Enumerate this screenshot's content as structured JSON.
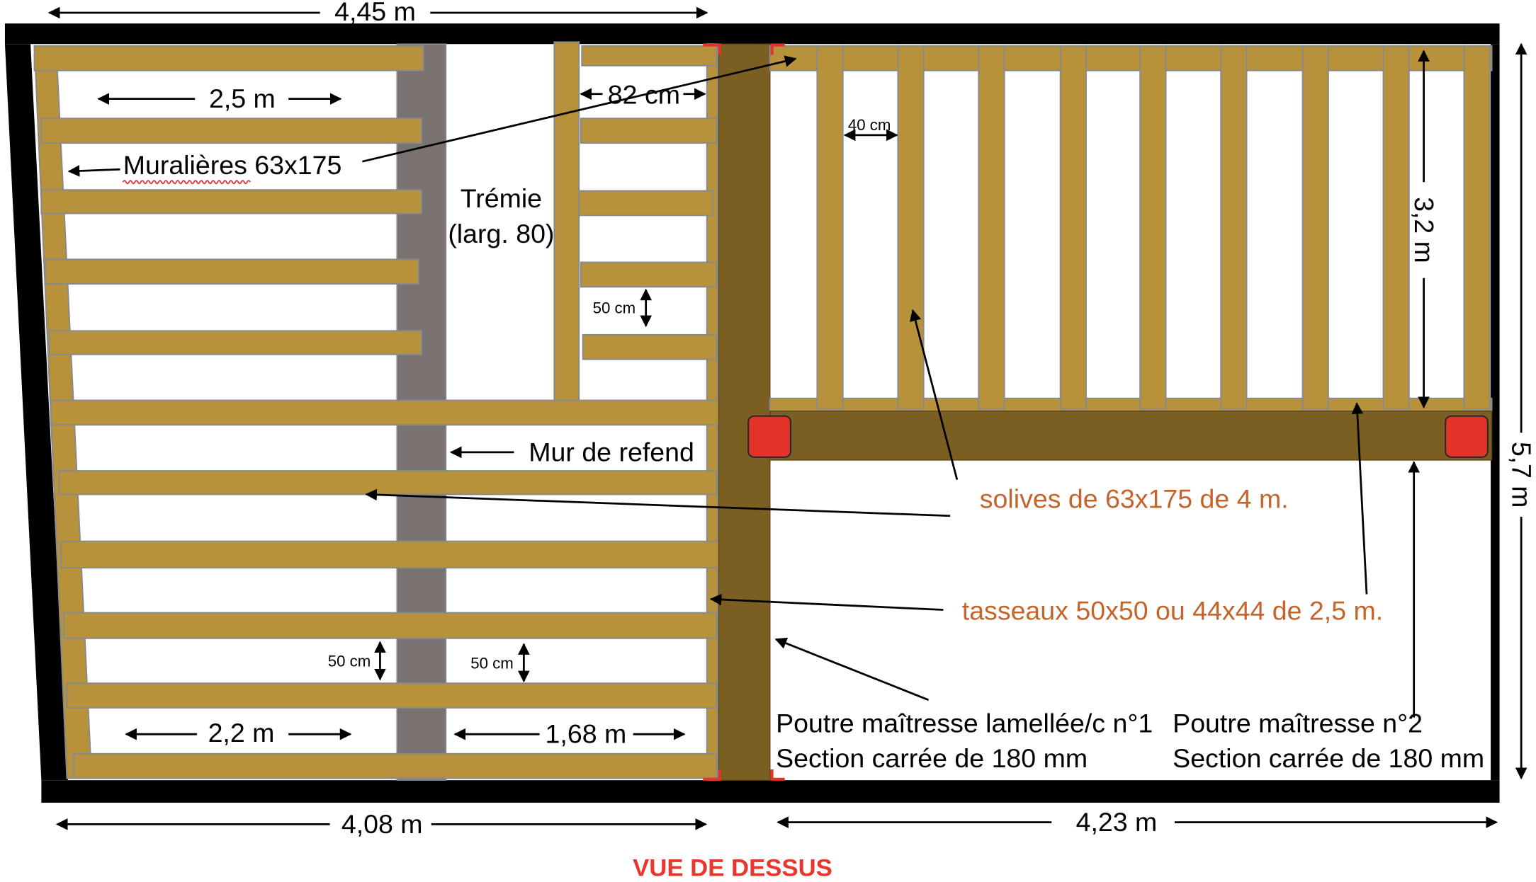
{
  "diagram_title": "VUE DE DESSUS",
  "dimensions": {
    "overall_top_width": "4,45 m",
    "left_bay_top": "2,5 m",
    "side_bay_width": "82 cm",
    "joist_spacing": "40 cm",
    "side_joist_spacing": "50 cm",
    "joist_span": "3,2 m",
    "overall_depth": "5,7 m",
    "left_joist_spacing": "50 cm",
    "middle_joist_spacing": "50 cm",
    "left_bay_bottom": "2,2 m",
    "middle_bay_bottom": "1,68 m",
    "bottom_left_width": "4,08 m",
    "bottom_right_width": "4,23 m"
  },
  "labels": {
    "wall_plates": "Muralières 63x175",
    "stair_opening": "Trémie",
    "stair_opening_width": "(larg. 80)",
    "bearing_wall": "Mur de refend",
    "joists": "solives de 63x175 de 4 m.",
    "battens": "tasseaux 50x50 ou 44x44 de 2,5 m.",
    "main_beam_1": "Poutre maîtresse lamellée/c n°1",
    "main_beam_1_section": "Section carrée de 180 mm",
    "main_beam_2": "Poutre maîtresse n°2",
    "main_beam_2_section": "Section carrée de 180 mm"
  },
  "colors": {
    "timber": "#b8923a",
    "beam": "#7b5e22",
    "bearing_wall": "#7a7372",
    "outer_wall": "#000000",
    "support": "#e4342a",
    "label_orange": "#c4642b",
    "title_red": "#e8382d"
  }
}
